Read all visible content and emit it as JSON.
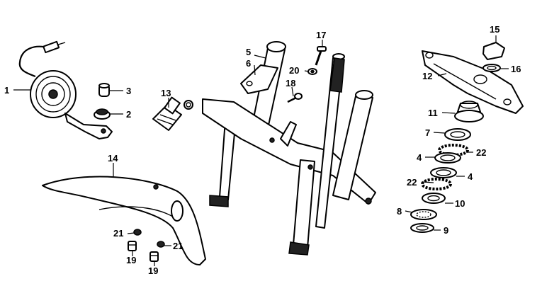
{
  "callouts": [
    {
      "id": "c1",
      "text": "1"
    },
    {
      "id": "c2",
      "text": "2"
    },
    {
      "id": "c3",
      "text": "3"
    },
    {
      "id": "c4a",
      "text": "4"
    },
    {
      "id": "c4b",
      "text": "4"
    },
    {
      "id": "c5",
      "text": "5"
    },
    {
      "id": "c6",
      "text": "6"
    },
    {
      "id": "c7",
      "text": "7"
    },
    {
      "id": "c8",
      "text": "8"
    },
    {
      "id": "c9",
      "text": "9"
    },
    {
      "id": "c10",
      "text": "10"
    },
    {
      "id": "c11",
      "text": "11"
    },
    {
      "id": "c12",
      "text": "12"
    },
    {
      "id": "c13",
      "text": "13"
    },
    {
      "id": "c14",
      "text": "14"
    },
    {
      "id": "c15",
      "text": "15"
    },
    {
      "id": "c16",
      "text": "16"
    },
    {
      "id": "c17",
      "text": "17"
    },
    {
      "id": "c18",
      "text": "18"
    },
    {
      "id": "c19a",
      "text": "19"
    },
    {
      "id": "c19b",
      "text": "19"
    },
    {
      "id": "c20",
      "text": "20"
    },
    {
      "id": "c21a",
      "text": "21"
    },
    {
      "id": "c21b",
      "text": "21"
    },
    {
      "id": "c22a",
      "text": "22"
    },
    {
      "id": "c22b",
      "text": "22"
    }
  ]
}
